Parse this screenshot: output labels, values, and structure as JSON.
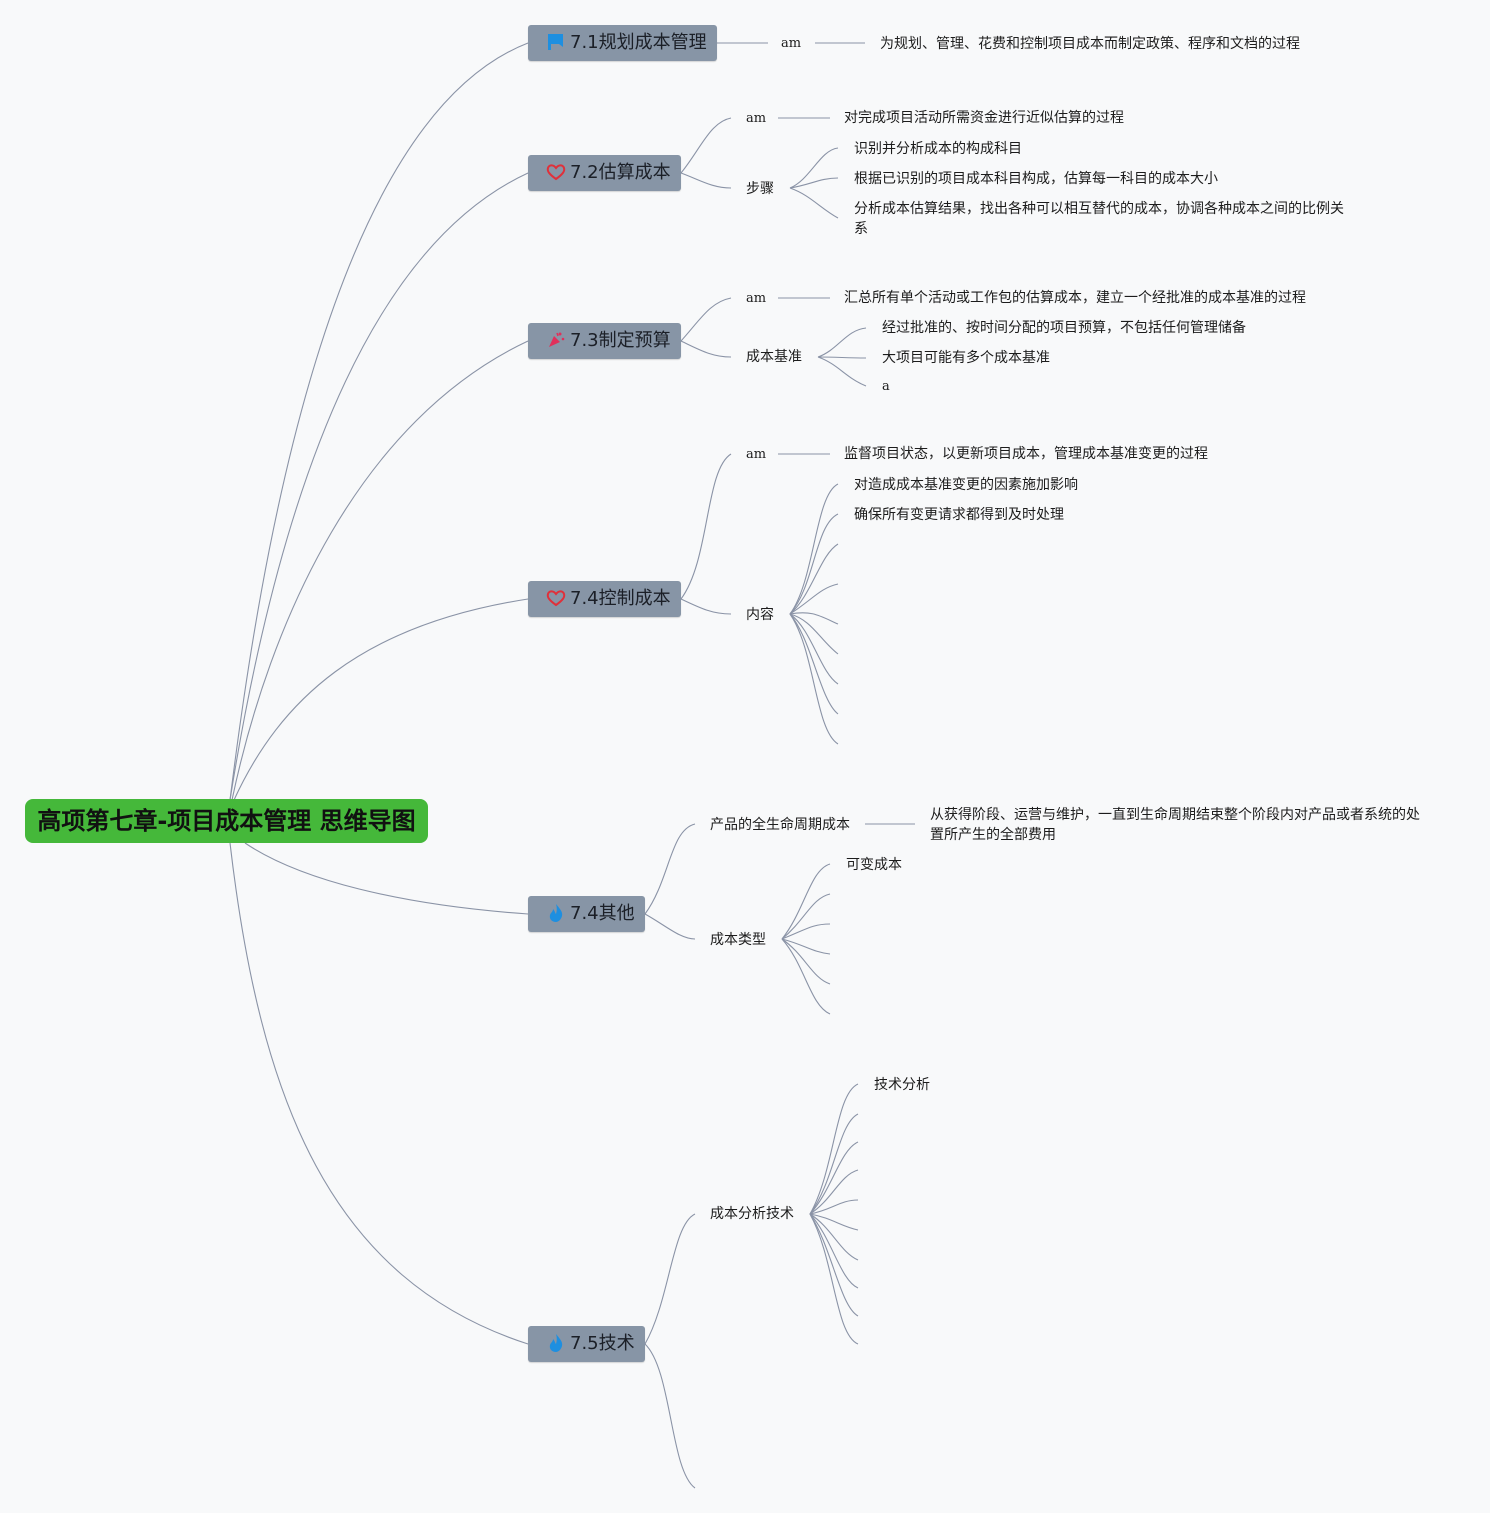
{
  "root": "高项第七章-项目成本管理 思维导图",
  "topics": {
    "t71": {
      "label": "7.1规划成本管理",
      "icon": "blue-flag-icon",
      "color": "#1e8fe0"
    },
    "t72": {
      "label": "7.2估算成本",
      "icon": "red-heart-icon",
      "color": "#e0303a"
    },
    "t73": {
      "label": "7.3制定预算",
      "icon": "party-popper-icon",
      "color": "#e0305a"
    },
    "t74": {
      "label": "7.4控制成本",
      "icon": "red-heart-icon",
      "color": "#e0303a"
    },
    "t74b": {
      "label": "7.4其他",
      "icon": "blue-flame-icon",
      "color": "#1e8fe0"
    },
    "t75": {
      "label": "7.5技术",
      "icon": "blue-flame-icon",
      "color": "#1e8fe0"
    }
  },
  "nodes": {
    "n71_am": "am",
    "n71_def": "为规划、管理、花费和控制项目成本而制定政策、程序和文档的过程",
    "n72_am": "am",
    "n72_def": "对完成项目活动所需资金进行近似估算的过程",
    "n72_steps": "步骤",
    "n72_s1": "识别并分析成本的构成科目",
    "n72_s2": "根据已识别的项目成本科目构成，估算每一科目的成本大小",
    "n72_s3": "分析成本估算结果，找出各种可以相互替代的成本，协调各种成本之间的比例关系",
    "n73_am": "am",
    "n73_def": "汇总所有单个活动或工作包的估算成本，建立一个经批准的成本基准的过程",
    "n73_base": "成本基准",
    "n73_b1": "经过批准的、按时间分配的项目预算，不包括任何管理储备",
    "n73_b2": "大项目可能有多个成本基准",
    "n73_b3": "a",
    "n74_am": "am",
    "n74_def": "监督项目状态，以更新项目成本，管理成本基准变更的过程",
    "n74_content": "内容",
    "n74_c1": "对造成成本基准变更的因素施加影响",
    "n74_c2": "确保所有变更请求都得到及时处理",
    "n74b_life": "产品的全生命周期成本",
    "n74b_life_def": "从获得阶段、运营与维护，一直到生命周期结束整个阶段内对产品或者系统的处置所产生的全部费用",
    "n74b_types": "成本类型",
    "n74b_t1": "可变成本",
    "n75_tech": "成本分析技术",
    "n75_a1": "技术分析"
  }
}
